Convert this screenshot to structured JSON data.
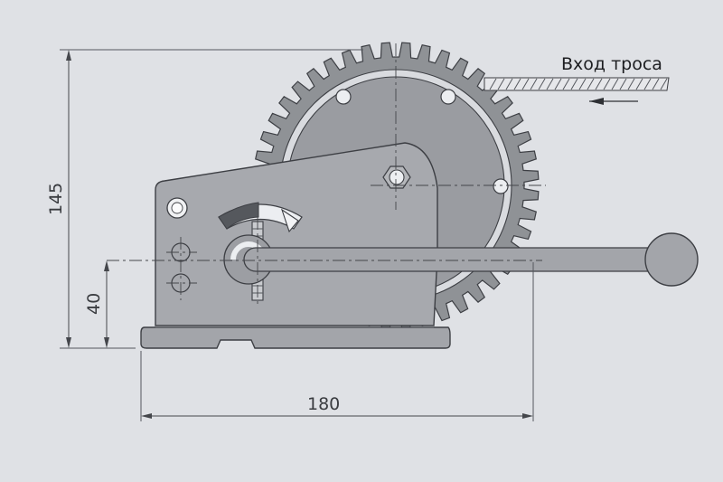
{
  "labels": {
    "cable_inlet": "Вход троса"
  },
  "dimensions": {
    "height_total": "145",
    "handle_axis_height": "40",
    "length_total": "180"
  },
  "colors": {
    "background": "#dfe1e5",
    "housing": "#a7a9ae",
    "gear": "#8f9296",
    "drum": "#9a9ca1",
    "handle": "#a3a5aa",
    "line": "#3d3f44"
  }
}
